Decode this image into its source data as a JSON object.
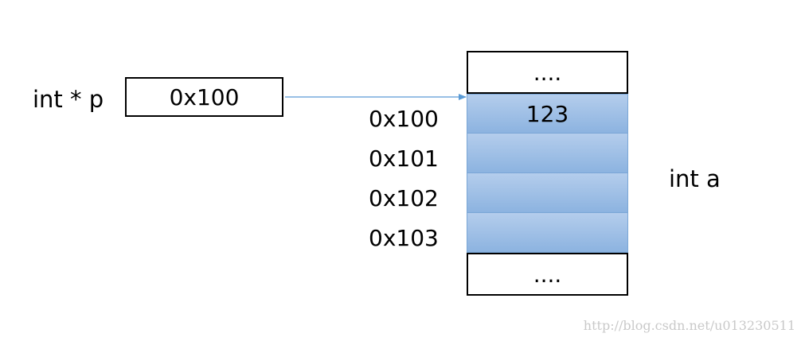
{
  "pointer": {
    "label": "int * p",
    "value": "0x100"
  },
  "memory": {
    "top_cell": "....",
    "bytes": [
      {
        "address": "0x100",
        "content": "123"
      },
      {
        "address": "0x101",
        "content": ""
      },
      {
        "address": "0x102",
        "content": ""
      },
      {
        "address": "0x103",
        "content": ""
      }
    ],
    "bottom_cell": "....",
    "variable_label": "int a"
  },
  "colors": {
    "byte_fill_top": "#b4cdec",
    "byte_fill_bottom": "#8cb3e0",
    "arrow": "#5b9bd5"
  },
  "watermark": "http://blog.csdn.net/u013230511"
}
